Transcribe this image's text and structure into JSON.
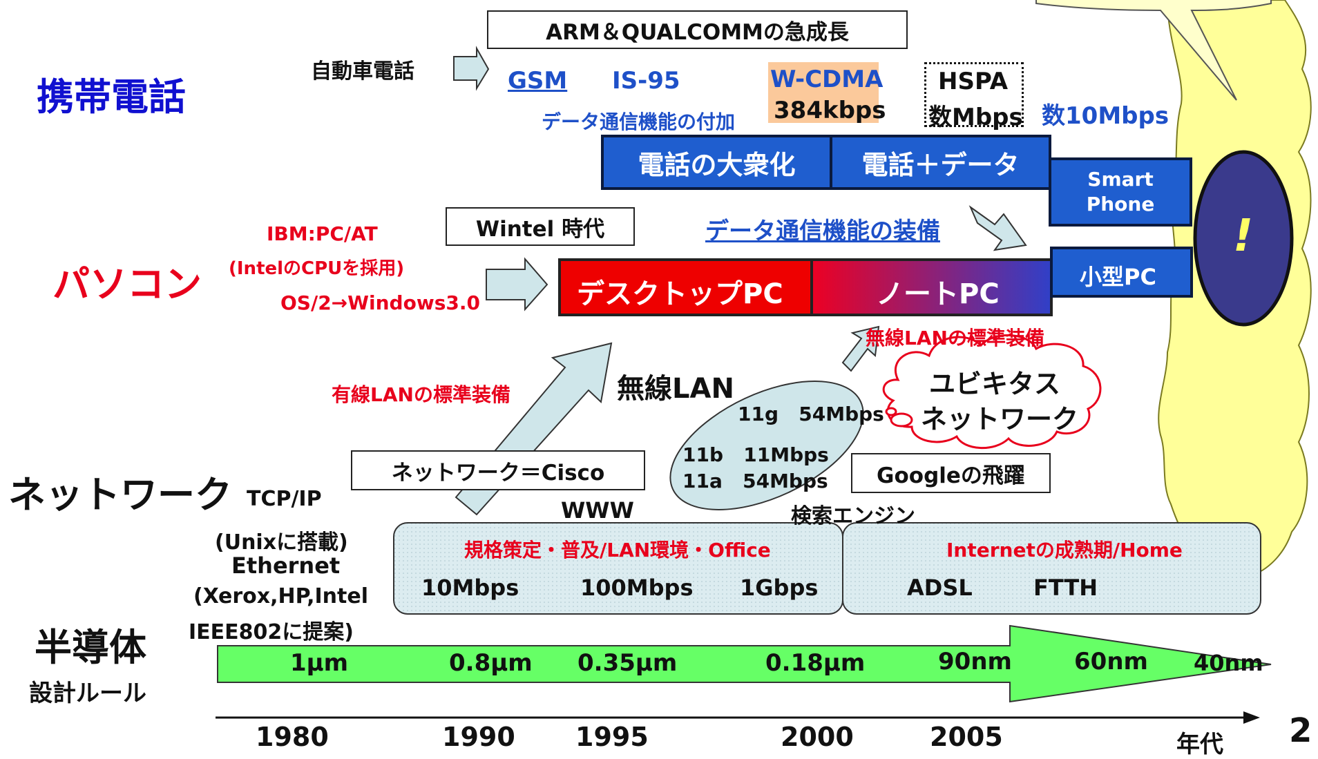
{
  "categories": {
    "mobile": "携帯電話",
    "pc": "パソコン",
    "network": "ネットワーク",
    "semiconductor": "半導体",
    "design_rule": "設計ルール"
  },
  "mobile": {
    "arm_box": "ARM＆QUALCOMMの急成長",
    "car_phone": "自動車電話",
    "gsm": "GSM",
    "is95": "IS-95",
    "wcdma": "W-CDMA",
    "wcdma_speed": "384kbps",
    "hspa": "HSPA",
    "hspa_speed": "数Mbps",
    "speed_10m": "数10Mbps",
    "data_added": "データ通信機能の付加",
    "bar1": "電話の大衆化",
    "bar2": "電話＋データ",
    "smartphone_line1": "Smart",
    "smartphone_line2": "Phone"
  },
  "pc": {
    "ibm": "IBM:PC/AT",
    "intel_cpu": "(IntelのCPUを採用)",
    "os": "OS/2→Windows3.0",
    "wintel_box": "Wintel 時代",
    "data_equip": "データ通信機能の装備",
    "desktop": "デスクトップPC",
    "notebook": "ノートPC",
    "small_pc": "小型PC"
  },
  "network": {
    "wlan_equip": "無線LANの標準装備",
    "wired_lan": "有線LANの標準装備",
    "wireless_lan": "無線LAN",
    "w11g": "11g   54Mbps",
    "w11b": "11b   11Mbps",
    "w11a": "11a   54Mbps",
    "ubiquitous_line1": "ユビキタス",
    "ubiquitous_line2": "ネットワーク",
    "cisco_box": "ネットワーク＝Cisco",
    "google_box": "Googleの飛躍",
    "search": "検索エンジン",
    "www": "WWW",
    "tcpip": "TCP/IP",
    "unix": "(Unixに搭載)",
    "ethernet": "Ethernet",
    "xerox": "(Xerox,HP,Intel",
    "ieee": "IEEE802に提案)",
    "panel1_title": "規格策定・普及/LAN環境・Office",
    "panel1_speeds": [
      "10Mbps",
      "100Mbps",
      "1Gbps"
    ],
    "panel2_title": "Internetの成熟期/Home",
    "panel2_items": [
      "ADSL",
      "FTTH"
    ]
  },
  "semiconductor": {
    "nodes": [
      "1μm",
      "0.8μm",
      "0.35μm",
      "0.18μm",
      "90nm",
      "60nm",
      "40nm"
    ]
  },
  "timeline": {
    "years": [
      "1980",
      "1990",
      "1995",
      "2000",
      "2005"
    ],
    "label": "年代"
  },
  "bubble_mark": "!",
  "page_number": "2",
  "colors": {
    "category_blue": "#1010d0",
    "category_red": "#e8001c",
    "bar_blue": "#1f5ecf",
    "desktop_red": "#ee0000",
    "arrow_fill": "#cfe6ea",
    "green_arrow": "#66ff66",
    "cloud_yellow": "#ffff99",
    "panel_fill": "#dcecf0"
  }
}
